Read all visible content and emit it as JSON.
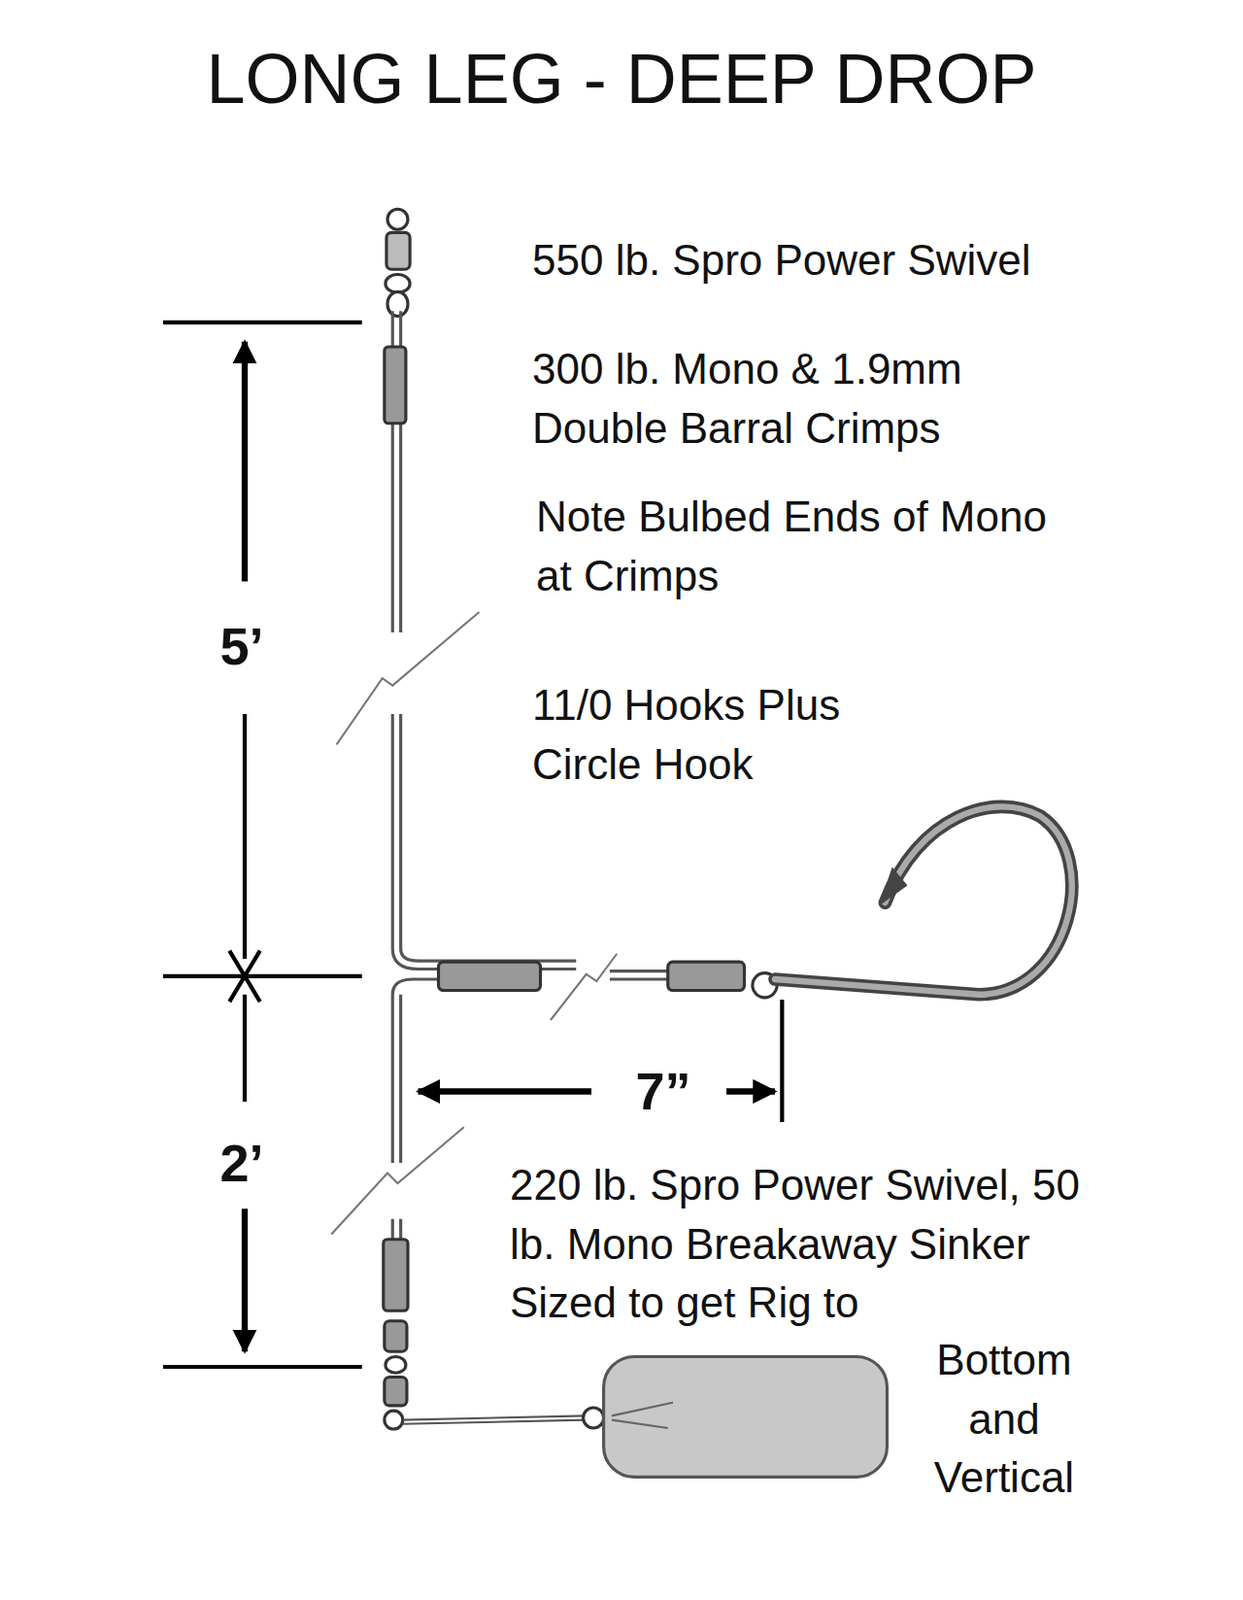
{
  "diagram": {
    "title": "LONG LEG - DEEP DROP",
    "labels": [
      "550 lb. Spro Power Swivel",
      "300 lb. Mono & 1.9mm Double Barral Crimps",
      "Note Bulbed Ends of Mono at Crimps",
      "11/0 Hooks Plus Circle Hook",
      "5’",
      "7”",
      "2’",
      "220 lb. Spro Power Swivel, 50 lb. Mono Breakaway Sinker Sized to get Rig to",
      "Bottom and Vertical"
    ]
  }
}
